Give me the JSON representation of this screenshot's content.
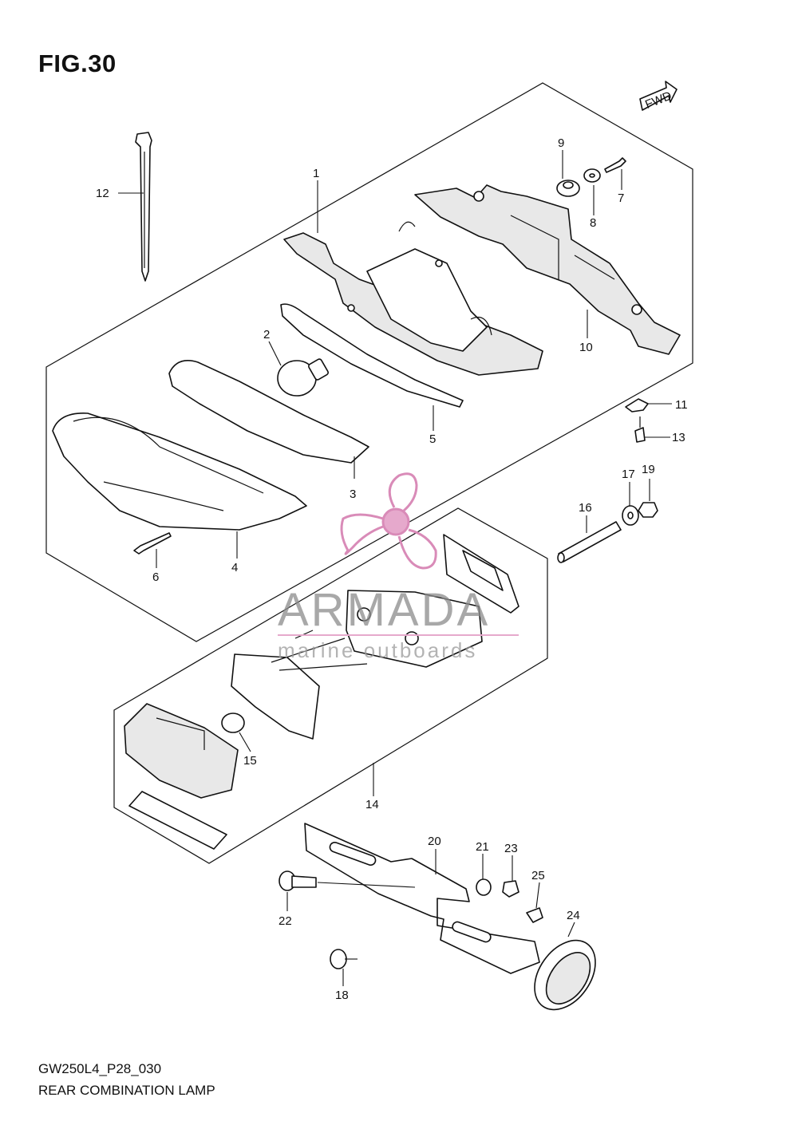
{
  "figure": {
    "title": "FIG.30",
    "model_code": "GW250L4_P28_030",
    "assembly_name": "REAR COMBINATION LAMP"
  },
  "direction_badge": {
    "label": "FWD"
  },
  "watermark": {
    "brand": "ARMADA",
    "tagline": "marine outboards",
    "brand_color": "#d98bb8"
  },
  "callouts": [
    {
      "id": "1",
      "label": "1"
    },
    {
      "id": "2",
      "label": "2"
    },
    {
      "id": "3",
      "label": "3"
    },
    {
      "id": "4",
      "label": "4"
    },
    {
      "id": "5",
      "label": "5"
    },
    {
      "id": "6",
      "label": "6"
    },
    {
      "id": "7",
      "label": "7"
    },
    {
      "id": "8",
      "label": "8"
    },
    {
      "id": "9",
      "label": "9"
    },
    {
      "id": "10",
      "label": "10"
    },
    {
      "id": "11",
      "label": "11"
    },
    {
      "id": "12",
      "label": "12"
    },
    {
      "id": "13",
      "label": "13"
    },
    {
      "id": "14",
      "label": "14"
    },
    {
      "id": "15",
      "label": "15"
    },
    {
      "id": "16",
      "label": "16"
    },
    {
      "id": "17",
      "label": "17"
    },
    {
      "id": "18",
      "label": "18"
    },
    {
      "id": "19",
      "label": "19"
    },
    {
      "id": "20",
      "label": "20"
    },
    {
      "id": "21",
      "label": "21"
    },
    {
      "id": "22",
      "label": "22"
    },
    {
      "id": "23",
      "label": "23"
    },
    {
      "id": "24",
      "label": "24"
    },
    {
      "id": "25",
      "label": "25"
    }
  ]
}
